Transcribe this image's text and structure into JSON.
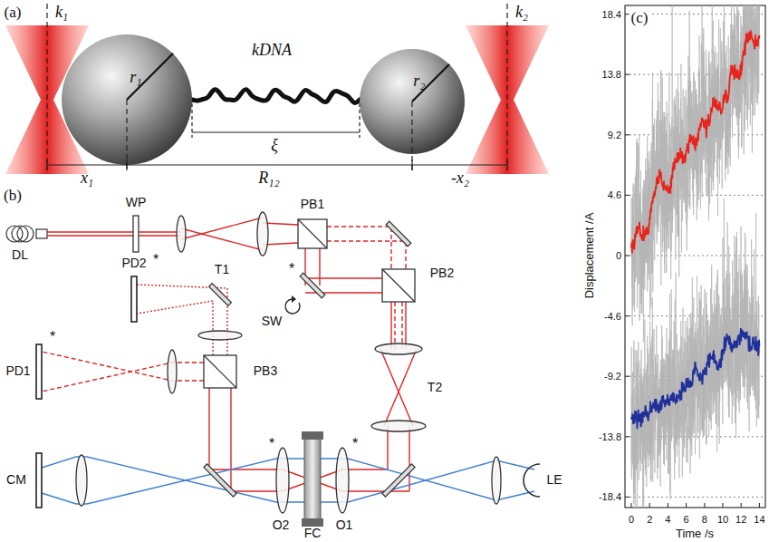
{
  "diagram": {
    "labels": [
      "(a)",
      "k₁",
      "k₂",
      "r₁",
      "kDNA",
      "r₂",
      "ξ",
      "x₁",
      "R₁₂",
      "-x₂",
      "(b)",
      "WP",
      "PB1",
      "DL",
      "T1",
      "*",
      "SW",
      "PB2",
      "PD2",
      "*",
      "T2",
      "PD1",
      "*",
      "PB3",
      "*",
      "*",
      "CM",
      "LE",
      "O2",
      "FC",
      "O1",
      "(c)",
      "18.4",
      "13.8",
      "9.2",
      "4.6",
      "0",
      "-4.6",
      "-9.2",
      "-13.8",
      "-18.4",
      "Displacement /A",
      "0",
      "2",
      "4",
      "6",
      "8",
      "10",
      "12",
      "14",
      "Time /s"
    ]
  }
}
